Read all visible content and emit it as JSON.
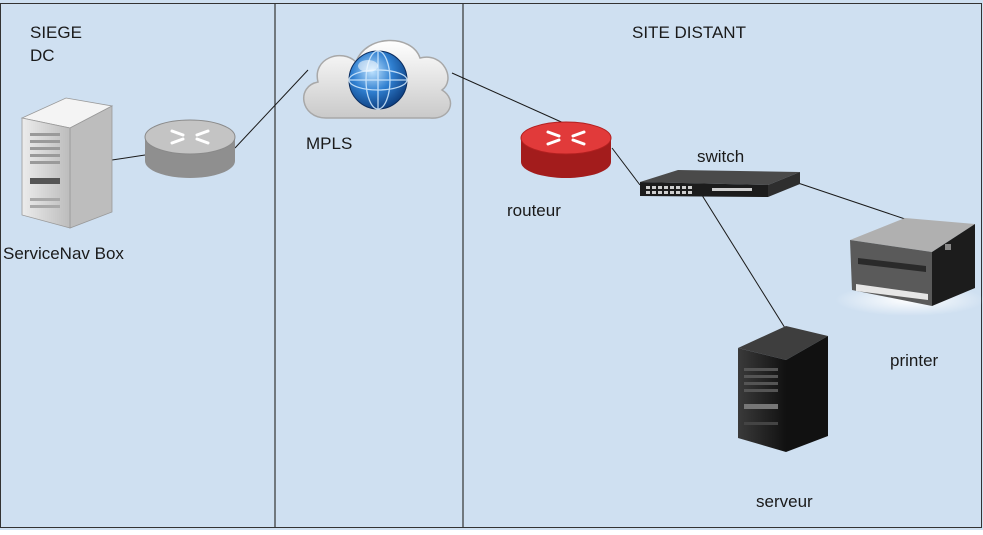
{
  "zones": {
    "siege": {
      "title_line1": "SIEGE",
      "title_line2": "DC"
    },
    "mpls": {
      "label": "MPLS"
    },
    "site": {
      "title": "SITE DISTANT"
    }
  },
  "nodes": {
    "servicenav": "ServiceNav Box",
    "routeur": "routeur",
    "switch": "switch",
    "printer": "printer",
    "serveur": "serveur"
  },
  "colors": {
    "background": "#cfe0f1",
    "border": "#333333",
    "router_hq": "#a6a6a6",
    "router_site": "#d42a2a"
  }
}
